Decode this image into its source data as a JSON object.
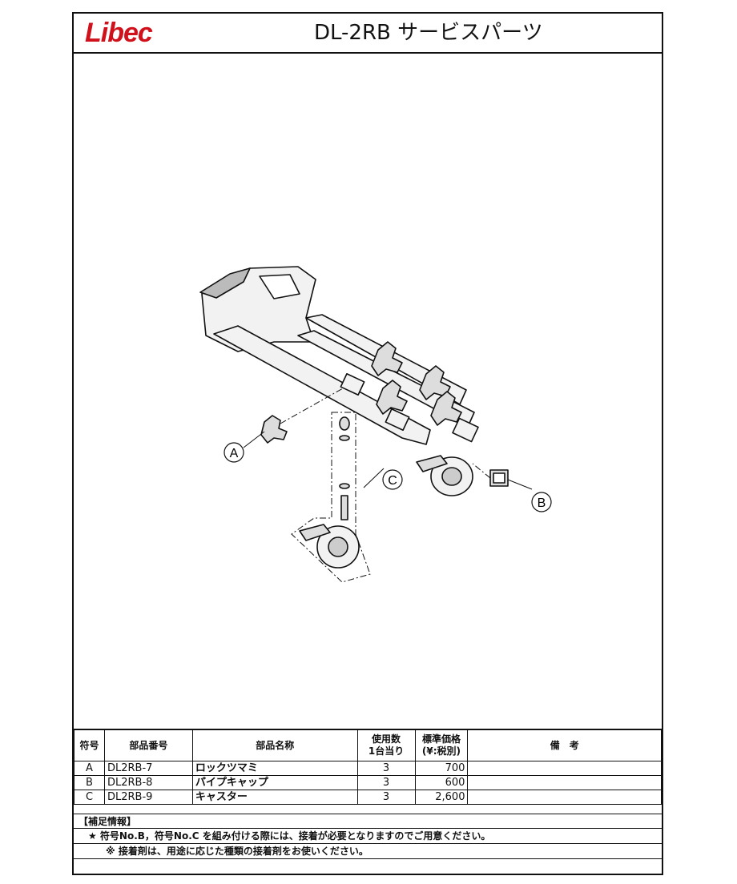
{
  "header": {
    "logo_text": "Libec",
    "logo_color": "#d0101a",
    "title": "DL-2RB サービスパーツ"
  },
  "drawing": {
    "callouts": [
      "A",
      "B",
      "C"
    ]
  },
  "table": {
    "headers": {
      "symbol": "符号",
      "part_number": "部品番号",
      "part_name": "部品名称",
      "qty_line1": "使用数",
      "qty_line2": "1台当り",
      "price_line1": "標準価格",
      "price_line2": "(¥:税別)",
      "remarks": "備　考"
    },
    "rows": [
      {
        "symbol": "A",
        "part_number": "DL2RB-7",
        "part_name": "ロックツマミ",
        "qty": "3",
        "price": "700",
        "remarks": ""
      },
      {
        "symbol": "B",
        "part_number": "DL2RB-8",
        "part_name": "パイプキャップ",
        "qty": "3",
        "price": "600",
        "remarks": ""
      },
      {
        "symbol": "C",
        "part_number": "DL2RB-9",
        "part_name": "キャスター",
        "qty": "3",
        "price": "2,600",
        "remarks": ""
      }
    ]
  },
  "notes": {
    "heading": "【補足情報】",
    "line1": "★ 符号No.B，符号No.C を組み付ける際には、接着が必要となりますのでご用意ください。",
    "line2": "※ 接着剤は、用途に応じた種類の接着剤をお使いください。"
  }
}
